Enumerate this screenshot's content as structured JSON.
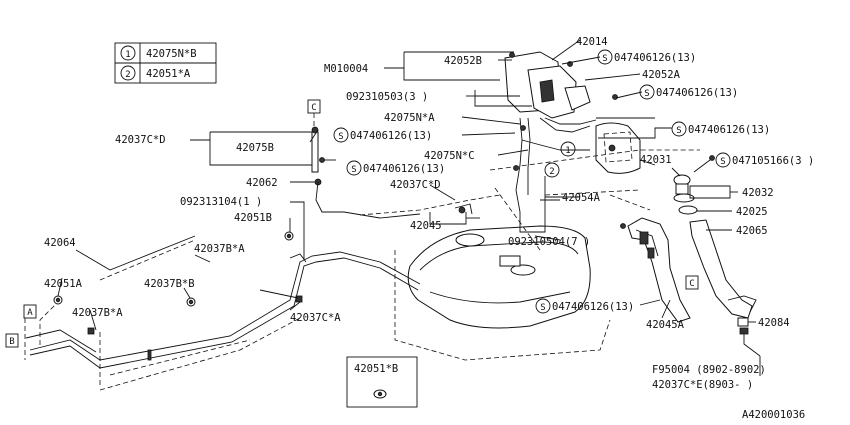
{
  "legend": [
    {
      "num": "1",
      "code": "42075N*B"
    },
    {
      "num": "2",
      "code": "42051*A"
    }
  ],
  "labels": {
    "m010004": "M010004",
    "p42052B": "42052B",
    "p42014": "42014",
    "s047406126_a": "047406126(13)",
    "p42052A": "42052A",
    "p092310503": "092310503(3  )",
    "s047406126_b": "047406126(13)",
    "p42075NA": "42075N*A",
    "s047406126_c": "047406126(13)",
    "s047406126_d": "047406126(13)",
    "p42037CD_left": "42037C*D",
    "p42075B": "42075B",
    "p42075NC": "42075N*C",
    "s047406126_e": "047406126(13)",
    "p42031": "42031",
    "s047105166": "047105166(3  )",
    "p42062": "42062",
    "p42037CD_mid": "42037C*D",
    "p42032": "42032",
    "p42054A": "42054A",
    "p092313104": "092313104(1  )",
    "p42051B": "42051B",
    "p42025": "42025",
    "p42045": "42045",
    "p42065": "42065",
    "p42064": "42064",
    "p42037BA_top": "42037B*A",
    "p092310504": "092310504(7  )",
    "p42051A": "42051A",
    "p42037BB": "42037B*B",
    "p42037BA_bot": "42037B*A",
    "s047406126_f": "047406126(13)",
    "p42037CA": "42037C*A",
    "p42045A": "42045A",
    "p42084": "42084",
    "pF95004": "F95004 (8902-8902)",
    "p42037CE": "42037C*E(8903-     )",
    "inset": "42051*B",
    "ref_id": "A420001036",
    "callout_A": "A",
    "callout_B": "B",
    "callout_C1": "C",
    "callout_C2": "C",
    "circ1": "1",
    "circ2": "2",
    "s": "S"
  }
}
